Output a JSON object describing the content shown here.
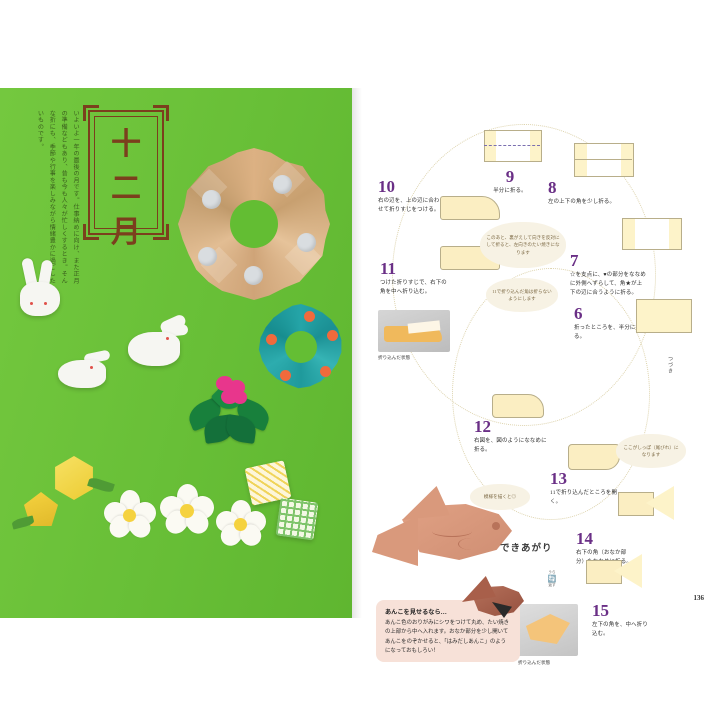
{
  "book": {
    "left_page": {
      "month_title": [
        "十",
        "二",
        "月"
      ],
      "lead_text": "いよいよ一年の最後の月です。仕事納めに向け、また正月の準備などもあり、昔も今も人々が忙しくするとき。そんな折にも、季節や行事を楽しみながら情緒豊かに過ごしたいものです。",
      "background_color": "#6dc23b",
      "title_color": "#7b3f1d"
    },
    "right_page": {
      "page_number": "136",
      "continued_label": "つづき",
      "accent_color": "#6a2f86",
      "steps": [
        {
          "number": "6",
          "caption": "折ったところを、半分に折る。"
        },
        {
          "number": "7",
          "caption": "☆を支点に、♥の部分をななめに外側へずらして、角★が上下の辺に合うように折る。"
        },
        {
          "number": "8",
          "caption": "左の上下の角を少し折る。"
        },
        {
          "number": "9",
          "caption": "半分に折る。"
        },
        {
          "number": "10",
          "caption": "右の辺を、上の辺に合わせて折りすじをつける。"
        },
        {
          "number": "11",
          "caption": "つけた折りすじで、右下の角を中へ折り込む。"
        },
        {
          "number": "12",
          "caption": "右図を、図のようにななめに折る。"
        },
        {
          "number": "13",
          "caption": "11で折り込んだところを開く。"
        },
        {
          "number": "14",
          "caption": "右下の角（おなか部分）をななめに折る。"
        },
        {
          "number": "15",
          "caption": "左下の角を、中へ折り込む。"
        }
      ],
      "bubbles": [
        {
          "id": "bubble-reverse",
          "text": "このあと、裏がえして向きを反対にして折ると、左向きのたい焼きになります"
        },
        {
          "id": "bubble-no-fold",
          "text": "11で折り込んだ角は折らないようにします"
        },
        {
          "id": "bubble-tail",
          "text": "ここがしっぽ（尾びれ）になります"
        },
        {
          "id": "bubble-pattern",
          "text": "模様を描くと◎"
        }
      ],
      "photo_captions": [
        {
          "id": "photo-caption-11",
          "text": "折り込んだ状態"
        },
        {
          "id": "photo-caption-15",
          "text": "折り込んだ状態"
        }
      ],
      "done_label": "できあがり",
      "flip_label": "うら\n返す",
      "tip": {
        "title": "あんこを見せるなら…",
        "body": "あんこ色のおりがみにシワをつけて丸め、たい焼きの上部から中へ入れます。おなか部分を少し開いてあんこをのぞかせると、「はみだしあんこ」のようになっておもしろい！"
      }
    }
  }
}
